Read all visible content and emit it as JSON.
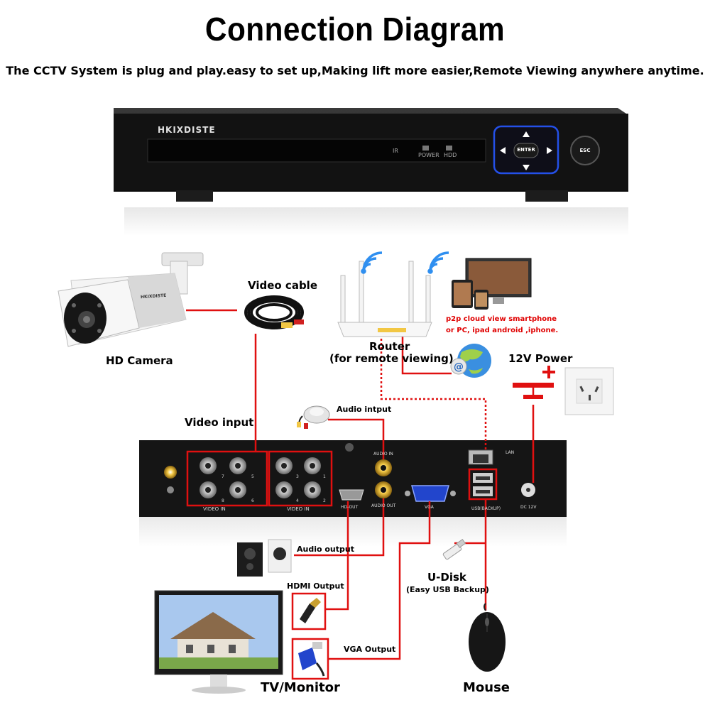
{
  "header": {
    "title": "Connection Diagram",
    "subtitle": "The CCTV System is plug and play.easy to set up,Making lift more easier,Remote Viewing anywhere anytime."
  },
  "dvr_front": {
    "brand": "HKIXDISTE",
    "ir": "IR",
    "power": "POWER",
    "hdd": "HDD",
    "enter": "ENTER",
    "esc": "ESC"
  },
  "dvr_back": {
    "video_in_left": "VIDEO IN",
    "video_in_right": "VIDEO IN",
    "audio_in": "AUDIO IN",
    "audio_out": "AUDIO OUT",
    "hdmi_out": "HD-OUT",
    "vga": "VGA",
    "lan": "LAN",
    "usb": "USB(BACKUP)",
    "dc": "DC 12V",
    "channels": [
      "8",
      "6",
      "4",
      "2",
      "7",
      "5",
      "3",
      "1"
    ]
  },
  "labels": {
    "video_cable": "Video cable",
    "hd_camera": "HD Camera",
    "camera_brand": "HKIXDISTE",
    "router": "Router",
    "router_note": "(for remote viewing)",
    "p2p_line1": "p2p cloud  view smartphone",
    "p2p_line2": "or PC, ipad android ,iphone.",
    "power_12v": "12V Power",
    "video_input": "Video input",
    "audio_input": "Audio intput",
    "audio_output": "Audio output",
    "hdmi_output": "HDMI Output",
    "vga_output": "VGA Output",
    "udisk": "U-Disk",
    "udisk_note": "(Easy USB Backup)",
    "tv_monitor": "TV/Monitor",
    "mouse": "Mouse"
  },
  "colors": {
    "connection_line": "#e01010",
    "dvr_body": "#151515",
    "panel_accent": "#1a3fd0"
  }
}
